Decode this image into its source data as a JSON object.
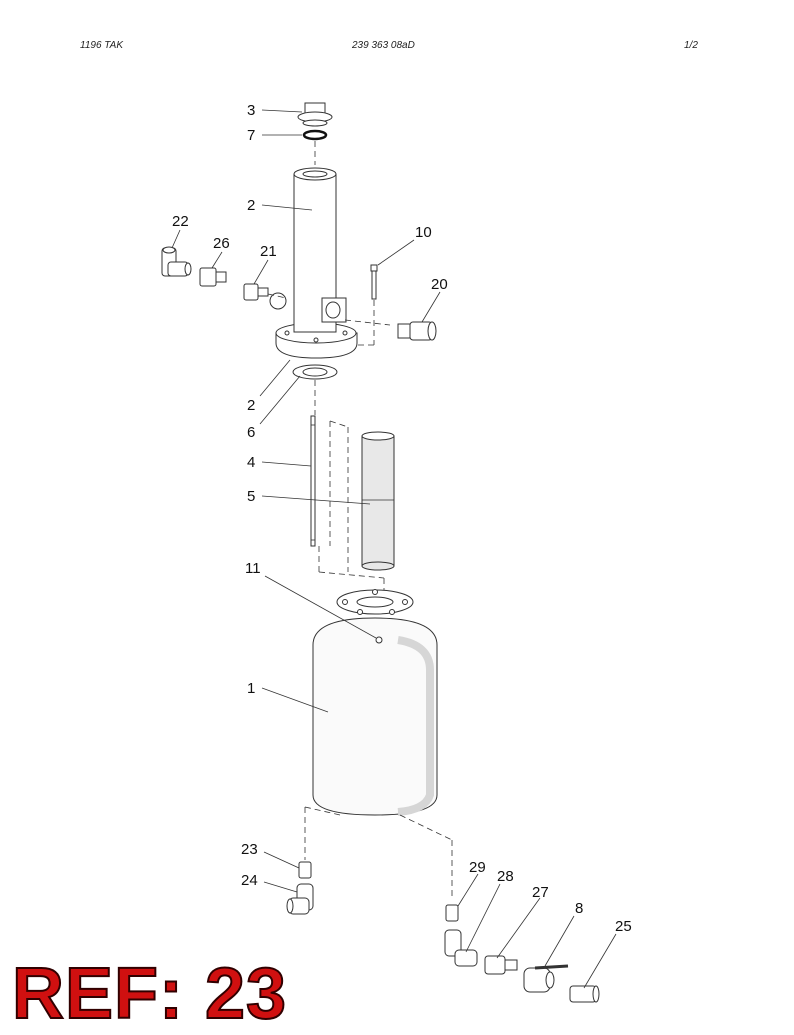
{
  "header": {
    "left": "1196  TAK",
    "center": "239 363 08aD",
    "right": "1/2"
  },
  "callouts": [
    "3",
    "7",
    "2",
    "22",
    "26",
    "21",
    "10",
    "20",
    "2",
    "6",
    "4",
    "5",
    "11",
    "1",
    "23",
    "24",
    "29",
    "28",
    "27",
    "8",
    "25"
  ],
  "ref_label": "REF: 23"
}
